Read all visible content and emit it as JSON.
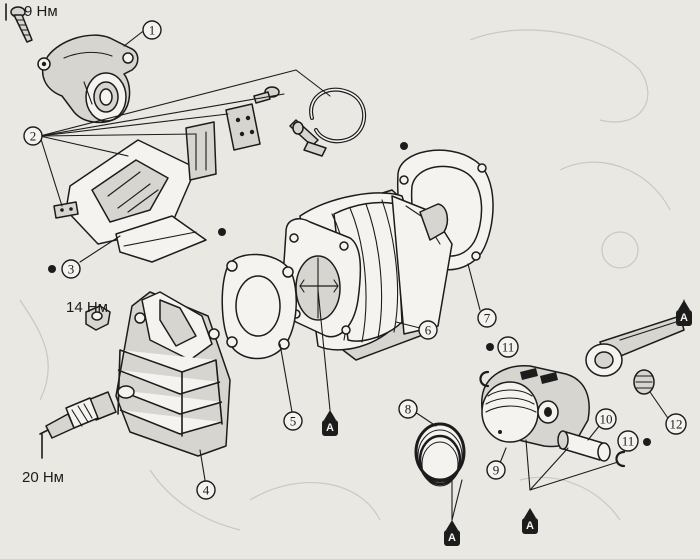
{
  "torque_labels": {
    "top_bolt": "9 Нм",
    "head_nut": "14 Нм",
    "spark_plug": "20 Нм"
  },
  "callouts": {
    "c1": "1",
    "c2": "2",
    "c3": "3",
    "c4": "4",
    "c5": "5",
    "c6": "6",
    "c7": "7",
    "c8": "8",
    "c9": "9",
    "c10": "10",
    "c11a": "11",
    "c11b": "11",
    "c12": "12"
  },
  "lube_mark": "A"
}
